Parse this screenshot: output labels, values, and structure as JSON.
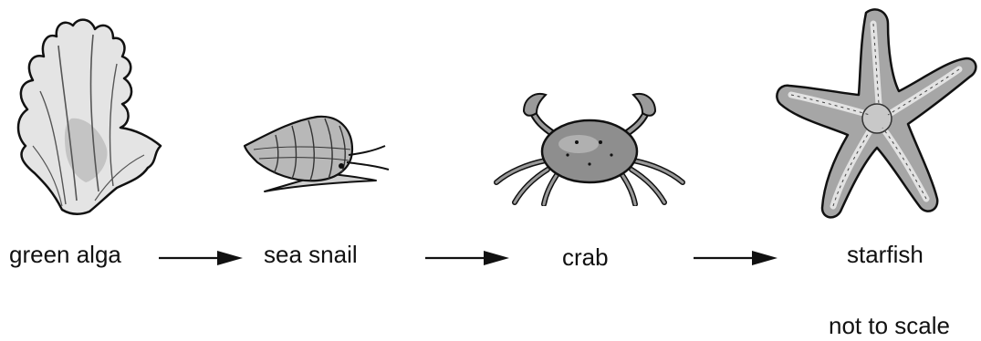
{
  "food_chain": {
    "organisms": [
      {
        "label": "green alga",
        "icon": "green-alga-icon"
      },
      {
        "label": "sea snail",
        "icon": "sea-snail-icon"
      },
      {
        "label": "crab",
        "icon": "crab-icon"
      },
      {
        "label": "starfish",
        "icon": "starfish-icon"
      }
    ],
    "note": "not to scale"
  }
}
